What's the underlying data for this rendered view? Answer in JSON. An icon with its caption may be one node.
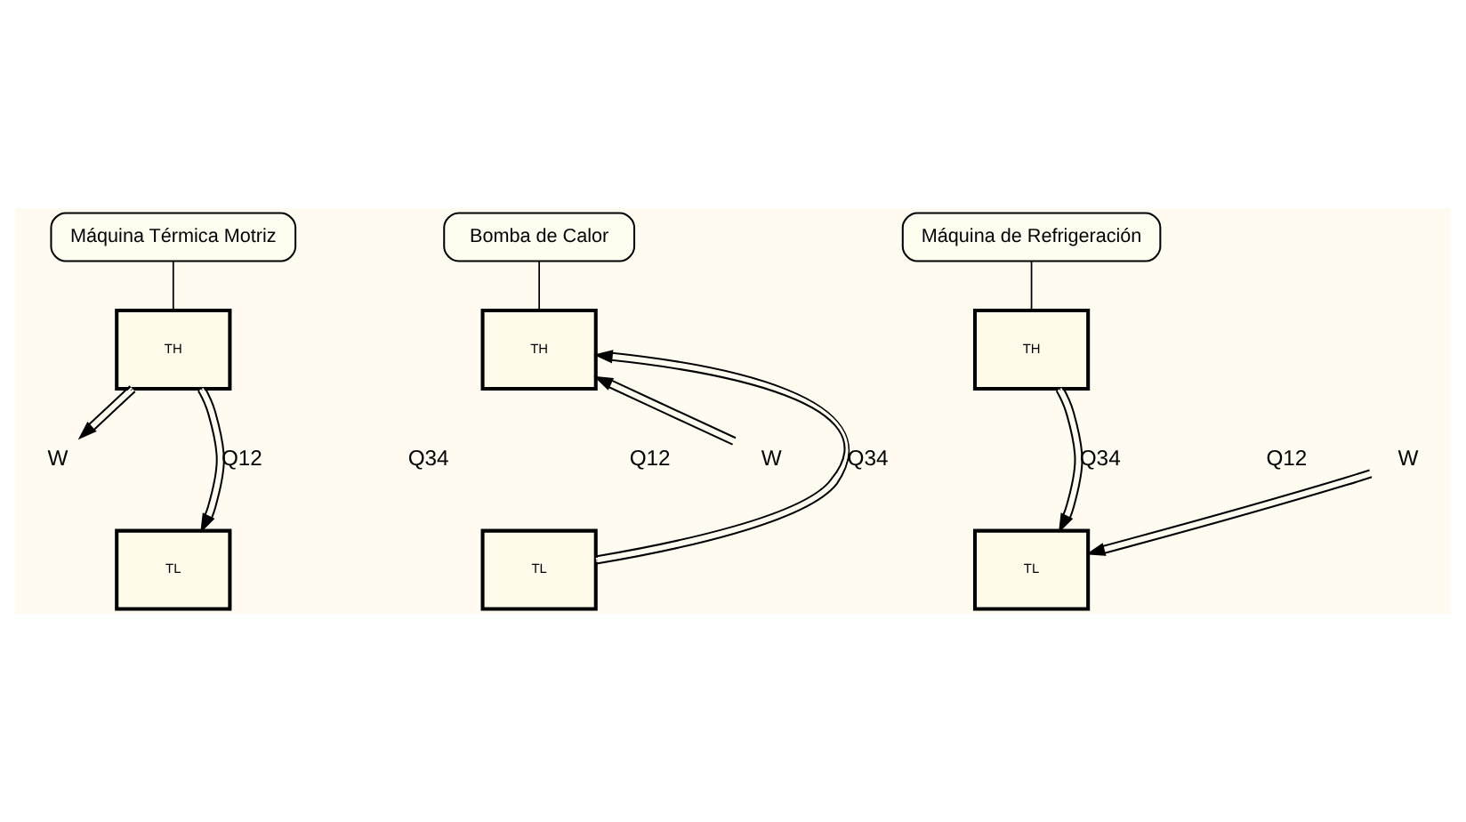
{
  "diagram": {
    "nodes": [
      {
        "text": [
          "Máquina Térmica Motriz"
        ]
      },
      {
        "text": [
          "TH"
        ]
      },
      {
        "text": [
          "W"
        ]
      },
      {
        "text": [
          "TL"
        ]
      },
      {
        "text": [
          "Bomba de Calor"
        ]
      },
      {
        "text": [
          "TH"
        ]
      },
      {
        "text": [
          "W"
        ]
      },
      {
        "text": [
          "TL"
        ]
      },
      {
        "text": [
          "Máquina de Refrigeración"
        ]
      },
      {
        "text": [
          "TH"
        ]
      },
      {
        "text": [
          "W"
        ]
      },
      {
        "text": [
          "TL"
        ]
      }
    ],
    "edges": [
      {
        "from": 0,
        "to": 1,
        "arrow": "none"
      },
      {
        "from": 1,
        "to": 3,
        "arrow": "to",
        "label": "Q12"
      },
      {
        "from": 1,
        "to": 2,
        "arrow": "to"
      },
      {
        "from": 4,
        "to": 5,
        "arrow": "none"
      },
      {
        "from": 7,
        "to": 5,
        "arrow": "to",
        "label": "Q34"
      },
      {
        "from": 6,
        "to": 5,
        "arrow": "to"
      },
      {
        "from": 8,
        "to": 9,
        "arrow": "none"
      },
      {
        "from": 9,
        "to": 11,
        "arrow": "to",
        "label": "Q34"
      },
      {
        "from": 10,
        "to": 11,
        "arrow": "to"
      }
    ],
    "labels": [
      "Q34",
      "Q12",
      "Q12"
    ]
  }
}
